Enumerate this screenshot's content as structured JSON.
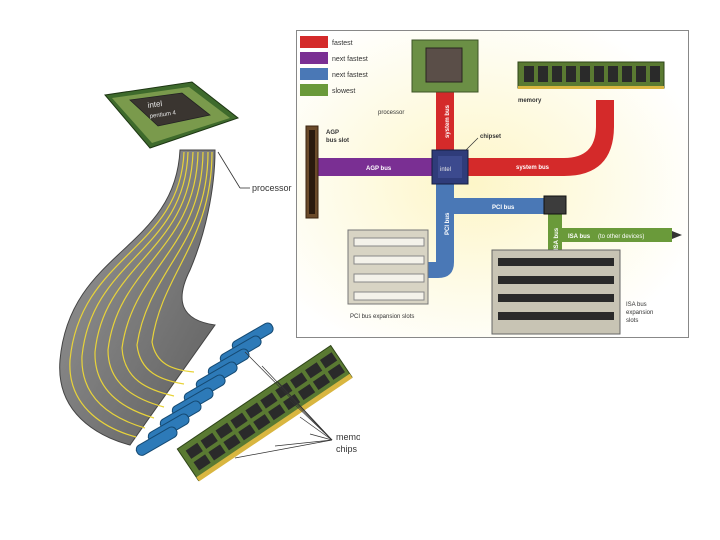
{
  "left_illustration": {
    "processor_label": "processor",
    "memory_chips_label_line1": "memory",
    "memory_chips_label_line2": "chips",
    "cpu_chip_text_line1": "intel",
    "cpu_chip_text_line2": "pentium 4"
  },
  "bus_diagram": {
    "legend": [
      {
        "label": "fastest",
        "color": "#d42a2a"
      },
      {
        "label": "next fastest",
        "color": "#7a2f93"
      },
      {
        "label": "next fastest",
        "color": "#4a78b6"
      },
      {
        "label": "slowest",
        "color": "#6a9a3a"
      }
    ],
    "processor_label": "processor",
    "system_bus_vertical_label": "system bus",
    "memory_label": "memory",
    "agp_slot_label_line1": "AGP",
    "agp_slot_label_line2": "bus slot",
    "chipset_label": "chipset",
    "chipset_chip_text": "intel",
    "agp_bus_label": "AGP bus",
    "system_bus_label": "system bus",
    "pci_bus_label": "PCI bus",
    "pci_bus_vertical_label": "PCI bus",
    "isa_bus_vertical_label": "ISA bus",
    "isa_bus_label": "ISA bus",
    "other_devices_label": "(to other devices)",
    "pci_slots_label": "PCI bus expansion slots",
    "isa_slots_label_line1": "ISA bus",
    "isa_slots_label_line2": "expansion",
    "isa_slots_label_line3": "slots",
    "bus_colors": {
      "system": "#d42a2a",
      "agp": "#7a2f93",
      "pci": "#4a78b6",
      "isa": "#6a9a3a"
    }
  }
}
